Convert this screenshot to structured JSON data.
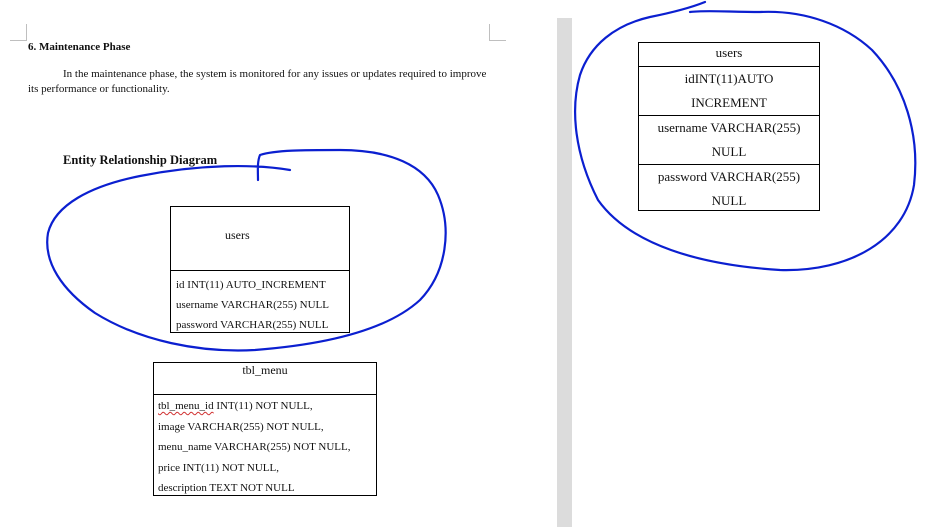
{
  "document": {
    "section_heading": "6. Maintenance Phase",
    "paragraph": "In the maintenance phase, the system is monitored for any issues or updates required to improve its performance or functionality.",
    "erd_heading": "Entity Relationship Diagram"
  },
  "users_table": {
    "title": "users",
    "fields": [
      "id INT(11) AUTO_INCREMENT",
      "username VARCHAR(255) NULL",
      "password VARCHAR(255) NULL"
    ]
  },
  "menu_table": {
    "title": "tbl_menu",
    "field_first_name": "tbl_menu_id",
    "field_first_rest": " INT(11) NOT NULL,",
    "fields": [
      "image VARCHAR(255) NOT NULL,",
      "menu_name VARCHAR(255) NOT NULL,",
      "price INT(11) NOT NULL,",
      "description TEXT NOT NULL"
    ]
  },
  "users_table_right": {
    "title": "users",
    "rows": [
      "idINT(11)AUTO",
      "INCREMENT",
      "username VARCHAR(255)",
      "NULL",
      "password VARCHAR(255)",
      "NULL"
    ]
  },
  "colors": {
    "annotation_ink": "#0b1fd0",
    "gutter": "#dcdcdc",
    "spell_check": "#d03030"
  }
}
